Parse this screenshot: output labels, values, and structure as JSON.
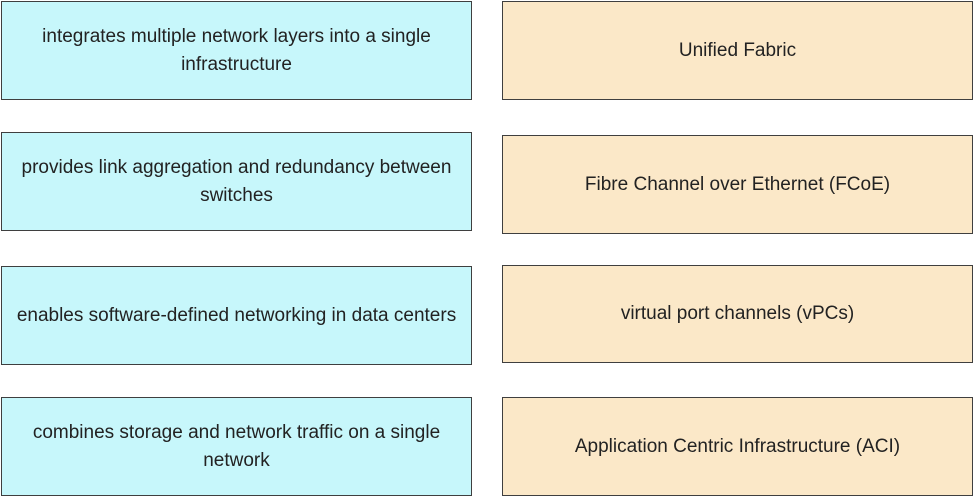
{
  "left_items": [
    {
      "text": "integrates multiple network layers into a single infrastructure"
    },
    {
      "text": "provides link aggregation and redundancy between switches"
    },
    {
      "text": "enables software-defined networking in data centers"
    },
    {
      "text": "combines storage and network traffic on a single network"
    }
  ],
  "right_items": [
    {
      "text": "Unified Fabric"
    },
    {
      "text": "Fibre Channel over Ethernet (FCoE)"
    },
    {
      "text": "virtual port channels (vPCs)"
    },
    {
      "text": "Application Centric Infrastructure (ACI)"
    }
  ],
  "colors": {
    "left_fill": "#c7f7fb",
    "right_fill": "#fbe8c8",
    "border": "#3f3f3f"
  }
}
